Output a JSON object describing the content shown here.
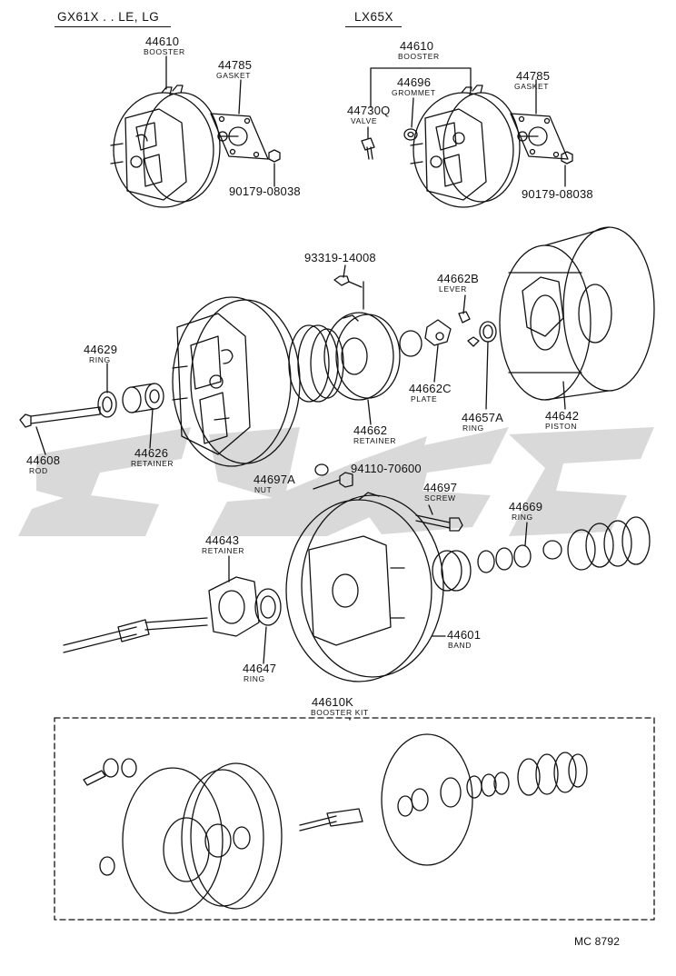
{
  "headers": {
    "left": "GX61X . . LE, LG",
    "right": "LX65X"
  },
  "labels": {
    "l_44610_num": "44610",
    "l_44610_name": "BOOSTER",
    "l_44785_num": "44785",
    "l_44785_name": "GASKET",
    "l_90179_num": "90179-08038",
    "r_44610_num": "44610",
    "r_44610_name": "BOOSTER",
    "r_44696_num": "44696",
    "r_44696_name": "GROMMET",
    "r_44730q_num": "44730Q",
    "r_44730q_name": "VALVE",
    "r_44785_num": "44785",
    "r_44785_name": "GASKET",
    "r_90179_num": "90179-08038",
    "p_93319_num": "93319-14008",
    "p_44662b_num": "44662B",
    "p_44662b_name": "LEVER",
    "p_44629_num": "44629",
    "p_44629_name": "RING",
    "p_44662c_num": "44662C",
    "p_44662c_name": "PLATE",
    "p_44657a_num": "44657A",
    "p_44657a_name": "RING",
    "p_44642_num": "44642",
    "p_44642_name": "PISTON",
    "p_44608_num": "44608",
    "p_44608_name": "ROD",
    "p_44626_num": "44626",
    "p_44626_name": "RETAINER",
    "p_44662_num": "44662",
    "p_44662_name": "RETAINER",
    "p_94110_num": "94110-70600",
    "p_44697a_num": "44697A",
    "p_44697a_name": "NUT",
    "p_44697_num": "44697",
    "p_44697_name": "SCREW",
    "p_44669_num": "44669",
    "p_44669_name": "RING",
    "p_44643_num": "44643",
    "p_44643_name": "RETAINER",
    "p_44601_num": "44601",
    "p_44601_name": "BAND",
    "p_44647_num": "44647",
    "p_44647_name": "RING",
    "kit_num": "44610K",
    "kit_name": "BOOSTER KIT",
    "footer_code": "MC 8792"
  },
  "colors": {
    "ink": "#111111",
    "watermark": "#d9d9d9"
  }
}
